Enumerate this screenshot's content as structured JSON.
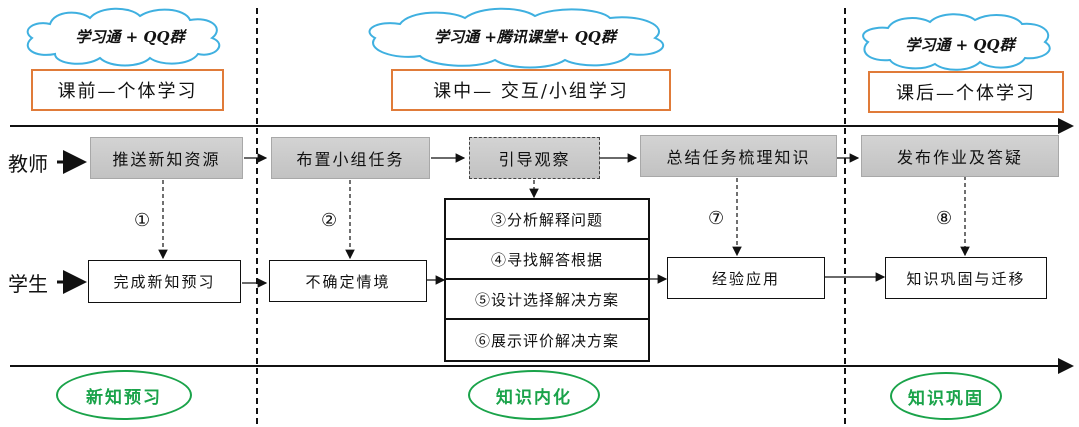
{
  "platforms": {
    "pre": "学习通 + QQ群",
    "in": "学习通 +腾讯课堂+ QQ群",
    "post": "学习通 + QQ群"
  },
  "phases": {
    "pre": "课前—个体学习",
    "in": "课中— 交互/小组学习",
    "post": "课后—个体学习"
  },
  "roles": {
    "teacher": "教师",
    "student": "学生"
  },
  "teacher_steps": [
    "推送新知资源",
    "布置小组任务",
    "引导观察",
    "总结任务梳理知识",
    "发布作业及答疑"
  ],
  "student_steps": [
    "完成新知预习",
    "不确定情境",
    "经验应用",
    "知识巩固与迁移"
  ],
  "step_numbers": [
    "①",
    "②",
    "⑦",
    "⑧"
  ],
  "stack_steps": [
    "③分析解释问题",
    "④寻找解答根据",
    "⑤设计选择解决方案",
    "⑥展示评价解决方案"
  ],
  "outcomes": [
    "新知预习",
    "知识内化",
    "知识巩固"
  ],
  "colors": {
    "phase_border": "#e07b39",
    "cloud_fill": "#ffffff",
    "cloud_stroke": "#3fb0e0",
    "teacher_box": "#c8c8c8",
    "outcome": "#1aa34a"
  }
}
